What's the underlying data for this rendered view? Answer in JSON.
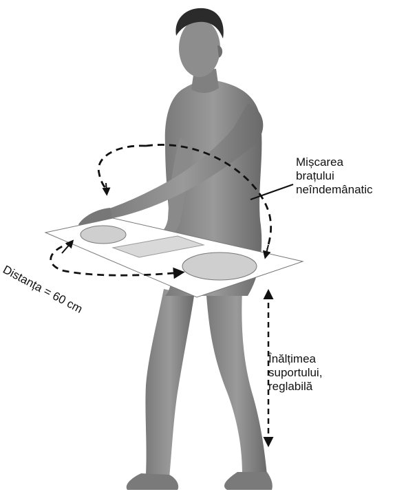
{
  "labels": {
    "arm_movement": [
      "Mișcarea",
      "brațului",
      "neîndemânatic"
    ],
    "support_height": [
      "Înălțimea",
      "suportului,",
      "reglabilă"
    ],
    "distance": "Distanța = 60 cm"
  },
  "icons": {
    "figure": "human-figure-icon",
    "arrows": [
      "dashed-circular-arrow-icon",
      "dashed-double-arrow-icon"
    ]
  },
  "colors": {
    "body": "#8a8a8a",
    "body_shadow": "#5e5e5e",
    "hair": "#2b2b2b",
    "board": "#ffffff",
    "target_fill": "#cfcfcf",
    "arrow": "#111111"
  }
}
